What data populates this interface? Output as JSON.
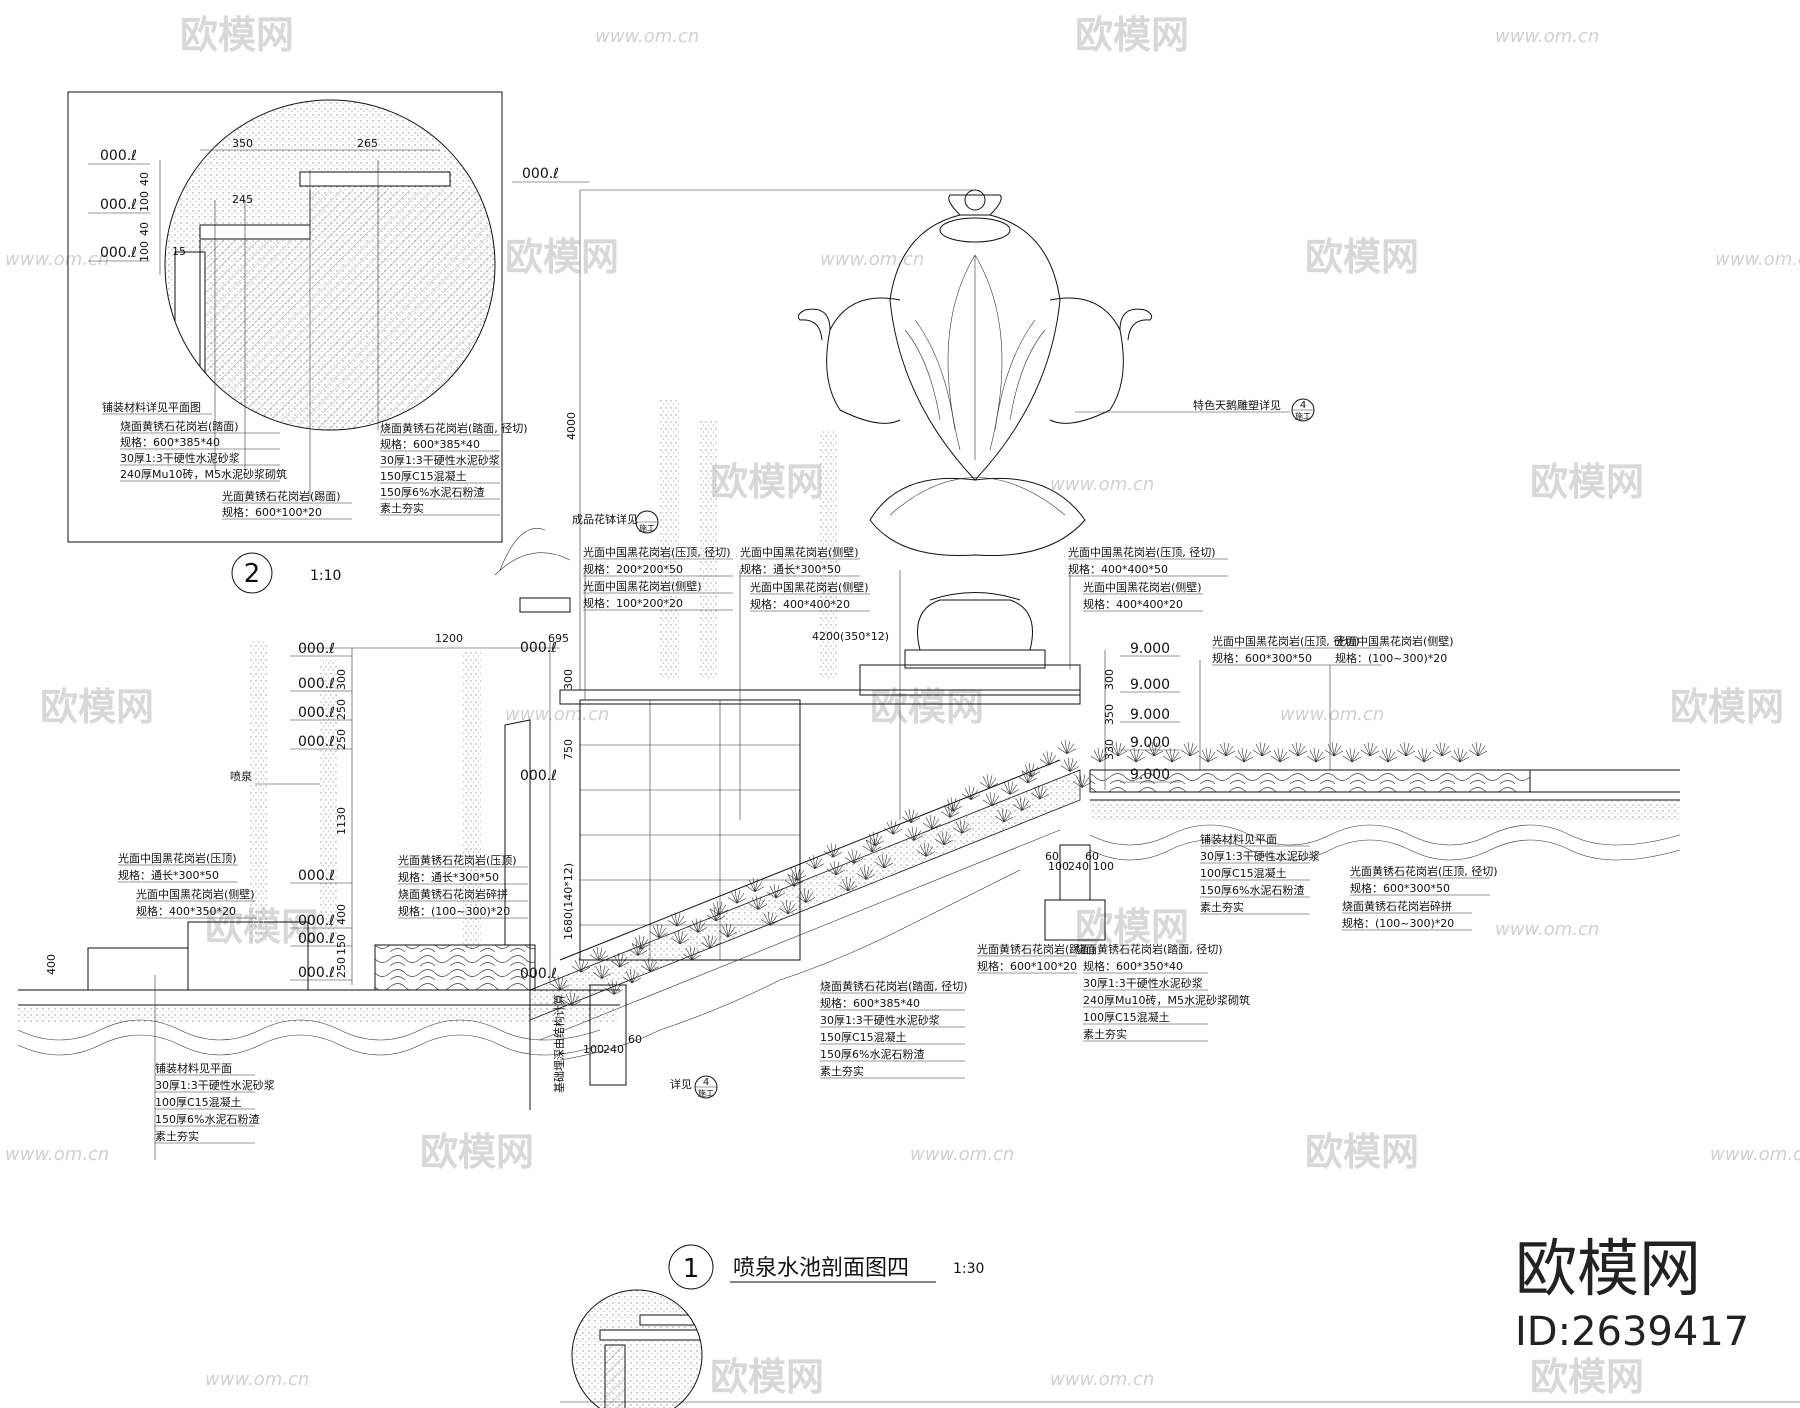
{
  "watermark": {
    "brand": "欧模网",
    "url": "www.om.cn"
  },
  "brand_block": {
    "name": "欧模网",
    "id_text": "ID:2639417"
  },
  "detail2": {
    "number": "2",
    "scale": "1:10",
    "dims": [
      "350",
      "265",
      "245",
      "15",
      "40",
      "100",
      "40",
      "100"
    ],
    "levels": [
      "000.ℓ",
      "000.ℓ",
      "000.ℓ"
    ],
    "notes_left": [
      "铺装材料详见平面图",
      "烧面黄锈石花岗岩(踏面)",
      "规格：600*385*40",
      "30厚1:3干硬性水泥砂浆",
      "240厚Mu10砖，M5水泥砂浆砌筑",
      "光面黄锈石花岗岩(踢面)",
      "规格：600*100*20"
    ],
    "notes_right": [
      "烧面黄锈石花岗岩(踏面, 径切)",
      "规格：600*385*40",
      "30厚1:3干硬性水泥砂浆",
      "150厚C15混凝土",
      "150厚6%水泥石粉渣",
      "素土夯实"
    ]
  },
  "section1": {
    "number": "1",
    "title": "喷泉水池剖面图四",
    "scale": "1:30",
    "top_level": "000.ℓ",
    "height_dim": "4000",
    "sculpture_note": "特色天鹅雕塑详见",
    "sculpture_ref": {
      "num": "4",
      "sheet": "施工"
    },
    "planter_note": "成品花钵详见",
    "fountain_label": "喷泉",
    "left_levels": [
      "000.ℓ",
      "000.ℓ",
      "000.ℓ",
      "000.ℓ",
      "000.ℓ",
      "000.ℓ",
      "000.ℓ",
      "000.ℓ"
    ],
    "left_dims": [
      "300",
      "250",
      "250",
      "1130",
      "400",
      "150",
      "250",
      "400"
    ],
    "top_dims": [
      "1200",
      "695"
    ],
    "mid_dims": [
      "300",
      "750",
      "1680(140*12)",
      "4200(350*12)"
    ],
    "right_levels": [
      "9.000",
      "9.000",
      "9.000",
      "9.000",
      "9.000"
    ],
    "bottom_dims": [
      "100",
      "240",
      "60",
      "100",
      "240",
      "100",
      "60",
      "60"
    ],
    "small_dims": [
      "300",
      "350",
      "330"
    ],
    "left_cap_notes": [
      "光面中国黑花岗岩(压顶)",
      "规格：通长*300*50",
      "光面中国黑花岗岩(侧壁)",
      "规格：400*350*20"
    ],
    "mid_cap_notes": [
      "光面黄锈石花岗岩(压顶)",
      "规格：通长*300*50",
      "烧面黄锈石花岗岩碎拼",
      "规格：(100~300)*20"
    ],
    "top_notes_a": [
      "光面中国黑花岗岩(压顶, 径切)",
      "规格：200*200*50",
      "光面中国黑花岗岩(侧壁)",
      "规格：100*200*20"
    ],
    "top_notes_b": [
      "光面中国黑花岗岩(侧壁)",
      "规格：通长*300*50",
      "光面中国黑花岗岩(侧壁)",
      "规格：400*400*20"
    ],
    "top_notes_c": [
      "光面中国黑花岗岩(压顶, 径切)",
      "规格：400*400*50",
      "光面中国黑花岗岩(侧壁)",
      "规格：400*400*20"
    ],
    "right_top_notes": [
      "光面中国黑花岗岩(压顶, 径切)",
      "规格：600*300*50",
      "光面中国黑花岗岩(侧壁)",
      "规格：(100~300)*20"
    ],
    "right_paving_notes": [
      "铺装材料见平面",
      "30厚1:3干硬性水泥砂浆",
      "100厚C15混凝土",
      "150厚6%水泥石粉渣",
      "素土夯实"
    ],
    "right_wall_notes": [
      "光面黄锈石花岗岩(压顶, 径切)",
      "规格：600*300*50",
      "烧面黄锈石花岗岩碎拼",
      "规格：(100~300)*20"
    ],
    "stair_notes": [
      "光面黄锈石花岗岩(踢面)",
      "规格：600*100*20"
    ],
    "stair_notes2": [
      "烧面黄锈石花岗岩(踏面, 径切)",
      "规格：600*350*40",
      "30厚1:3干硬性水泥砂浆",
      "240厚Mu10砖，M5水泥砂浆砌筑",
      "100厚C15混凝土",
      "素土夯实"
    ],
    "step_notes": [
      "烧面黄锈石花岗岩(踏面, 径切)",
      "规格：600*385*40",
      "30厚1:3干硬性水泥砂浆",
      "150厚C15混凝土",
      "150厚6%水泥石粉渣",
      "素土夯实"
    ],
    "left_paving_notes": [
      "铺装材料见平面",
      "30厚1:3干硬性水泥砂浆",
      "100厚C15混凝土",
      "150厚6%水泥石粉渣",
      "素土夯实"
    ],
    "vertical_note": "基础埋深由结构计算",
    "detail_ref": {
      "text": "详见",
      "num": "4",
      "sheet": "施工"
    }
  }
}
